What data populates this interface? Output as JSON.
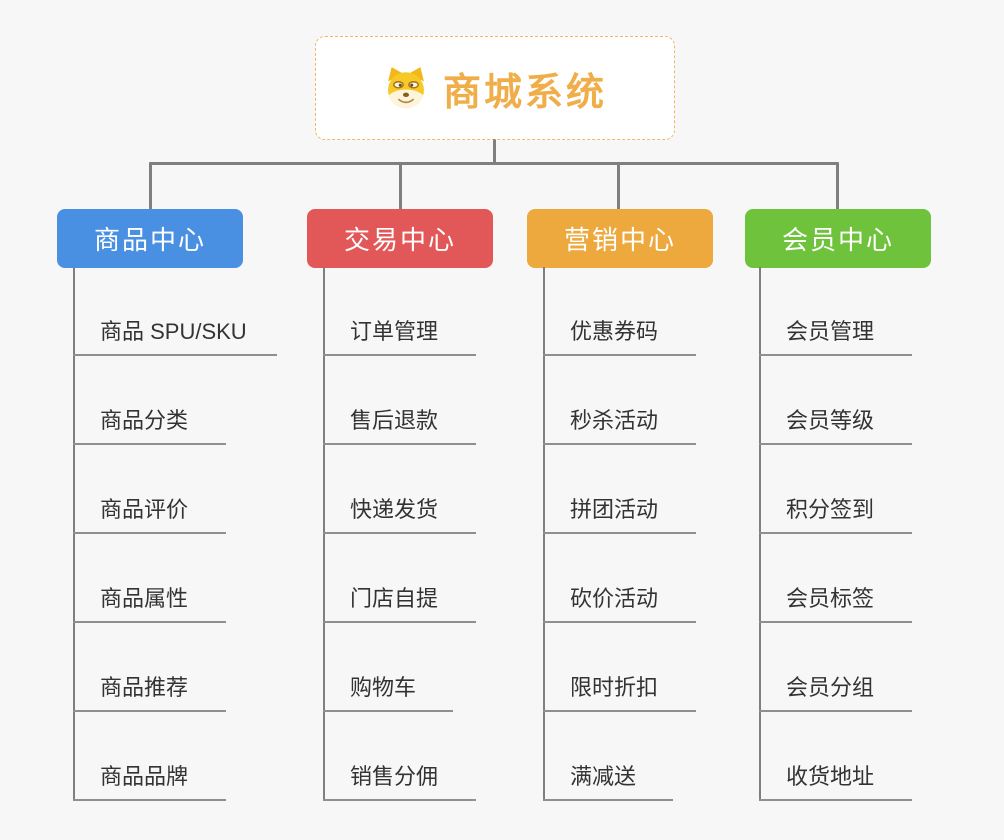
{
  "root": {
    "title": "商城系统",
    "icon": "doge-face-icon",
    "text_color": "#f0ae4a",
    "border_color": "#efb863"
  },
  "connectors": {
    "color": "#7f7f7f",
    "leaf_line_color": "#8f8f8f"
  },
  "branches": [
    {
      "label": "商品中心",
      "color": "#4a90e2",
      "items": [
        {
          "label": "商品 SPU/SKU"
        },
        {
          "label": "商品分类"
        },
        {
          "label": "商品评价"
        },
        {
          "label": "商品属性"
        },
        {
          "label": "商品推荐"
        },
        {
          "label": "商品品牌"
        }
      ]
    },
    {
      "label": "交易中心",
      "color": "#e25858",
      "items": [
        {
          "label": "订单管理"
        },
        {
          "label": "售后退款"
        },
        {
          "label": "快递发货"
        },
        {
          "label": "门店自提"
        },
        {
          "label": "购物车"
        },
        {
          "label": "销售分佣"
        }
      ]
    },
    {
      "label": "营销中心",
      "color": "#eda93d",
      "items": [
        {
          "label": "优惠券码"
        },
        {
          "label": "秒杀活动"
        },
        {
          "label": "拼团活动"
        },
        {
          "label": "砍价活动"
        },
        {
          "label": "限时折扣"
        },
        {
          "label": "满减送"
        }
      ]
    },
    {
      "label": "会员中心",
      "color": "#6fc23c",
      "items": [
        {
          "label": "会员管理"
        },
        {
          "label": "会员等级"
        },
        {
          "label": "积分签到"
        },
        {
          "label": "会员标签"
        },
        {
          "label": "会员分组"
        },
        {
          "label": "收货地址"
        }
      ]
    }
  ]
}
